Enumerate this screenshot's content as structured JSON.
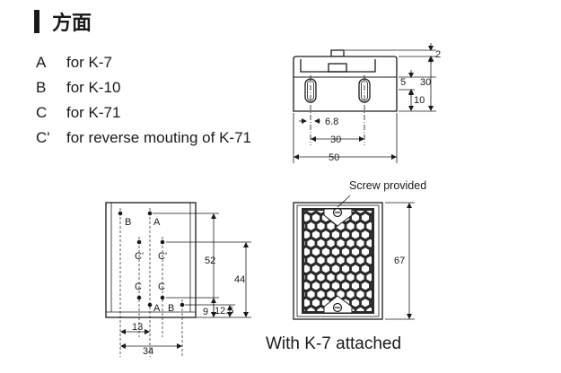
{
  "heading": {
    "title": "方面"
  },
  "legend": [
    {
      "key": "A",
      "text": "for K-7"
    },
    {
      "key": "B",
      "text": "for K-10"
    },
    {
      "key": "C",
      "text": "for K-71"
    },
    {
      "key": "C'",
      "text": "for reverse mouting of K-71"
    }
  ],
  "top_view": {
    "dims": {
      "d2": "2",
      "d5": "5",
      "d30": "30",
      "d10": "10",
      "d6_8": "6.8",
      "d30w": "30",
      "d50": "50"
    }
  },
  "hole_view": {
    "labels": {
      "B1": "B",
      "A1": "A",
      "Cp1": "C'",
      "Cp2": "C'",
      "C1": "C",
      "C2": "C",
      "A2": "A",
      "B2": "B"
    },
    "dims": {
      "d52": "52",
      "d44": "44",
      "d9": "9",
      "d12_5": "12.5",
      "d13": "13",
      "d34": "34"
    }
  },
  "front_view": {
    "callout": "Screw provided",
    "dims": {
      "d67": "67"
    },
    "caption": "With K-7 attached"
  }
}
